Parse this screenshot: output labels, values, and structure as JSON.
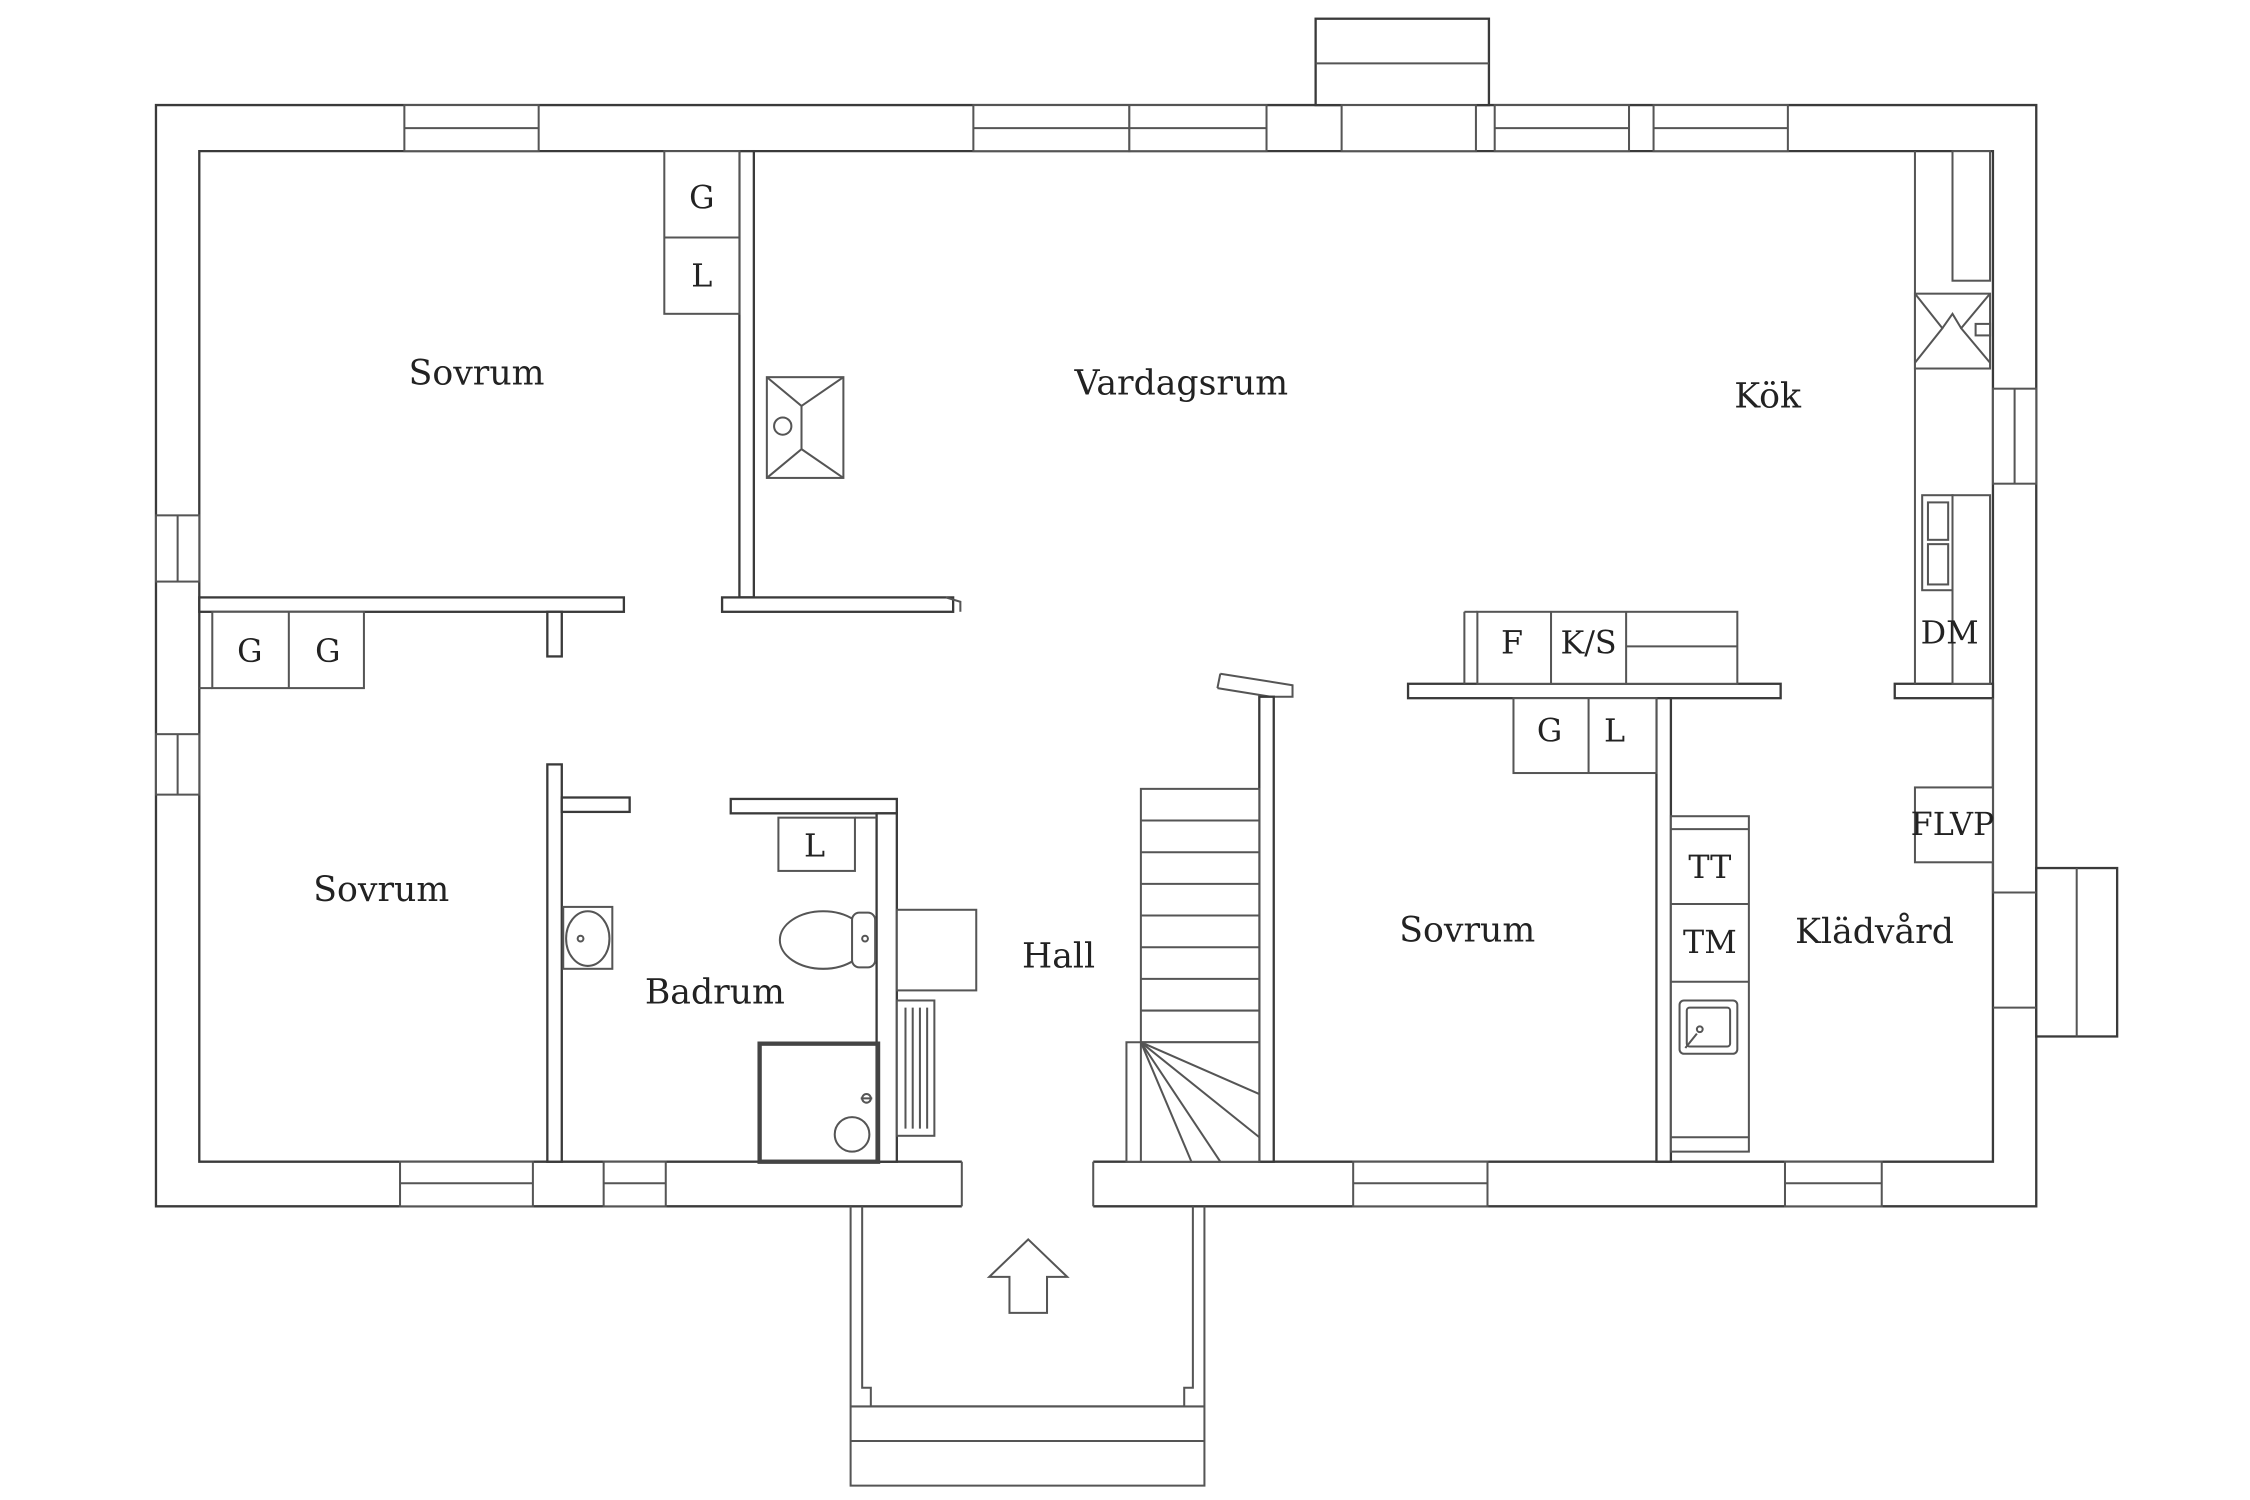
{
  "rooms": {
    "sovrum_nw": "Sovrum",
    "vardagsrum": "Vardagsrum",
    "kok": "Kök",
    "sovrum_sw": "Sovrum",
    "badrum": "Badrum",
    "hall": "Hall",
    "sovrum_se": "Sovrum",
    "kladvard": "Klädvård"
  },
  "appliances": {
    "g_nw": "G",
    "l_nw": "L",
    "g_w1": "G",
    "g_w2": "G",
    "l_bath": "L",
    "f": "F",
    "ks": "K/S",
    "g_se": "G",
    "l_se": "L",
    "dm": "DM",
    "flvp": "FLVP",
    "tt": "TT",
    "tm": "TM"
  }
}
